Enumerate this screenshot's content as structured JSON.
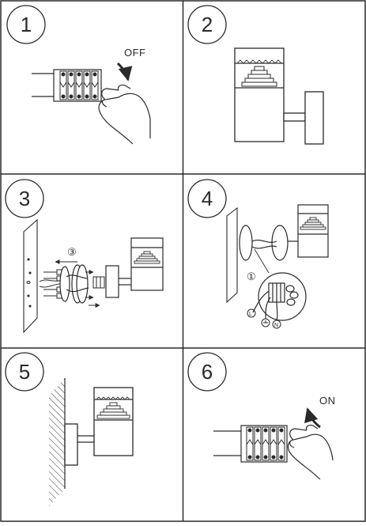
{
  "steps": [
    {
      "number": "1",
      "caption": "OFF"
    },
    {
      "number": "2"
    },
    {
      "number": "3",
      "sub_label": "③"
    },
    {
      "number": "4",
      "sub_label": "①"
    },
    {
      "number": "5"
    },
    {
      "number": "6",
      "caption": "ON"
    }
  ],
  "icons": [
    "breaker-switch-icon",
    "hand-icon",
    "wall-lamp-icon",
    "screw-icon",
    "wall-plate-icon",
    "wire-connector-icon",
    "earth-ground-icon",
    "arrow-icon"
  ],
  "colors": {
    "line": "#2a2a2a",
    "background": "#ffffff"
  }
}
